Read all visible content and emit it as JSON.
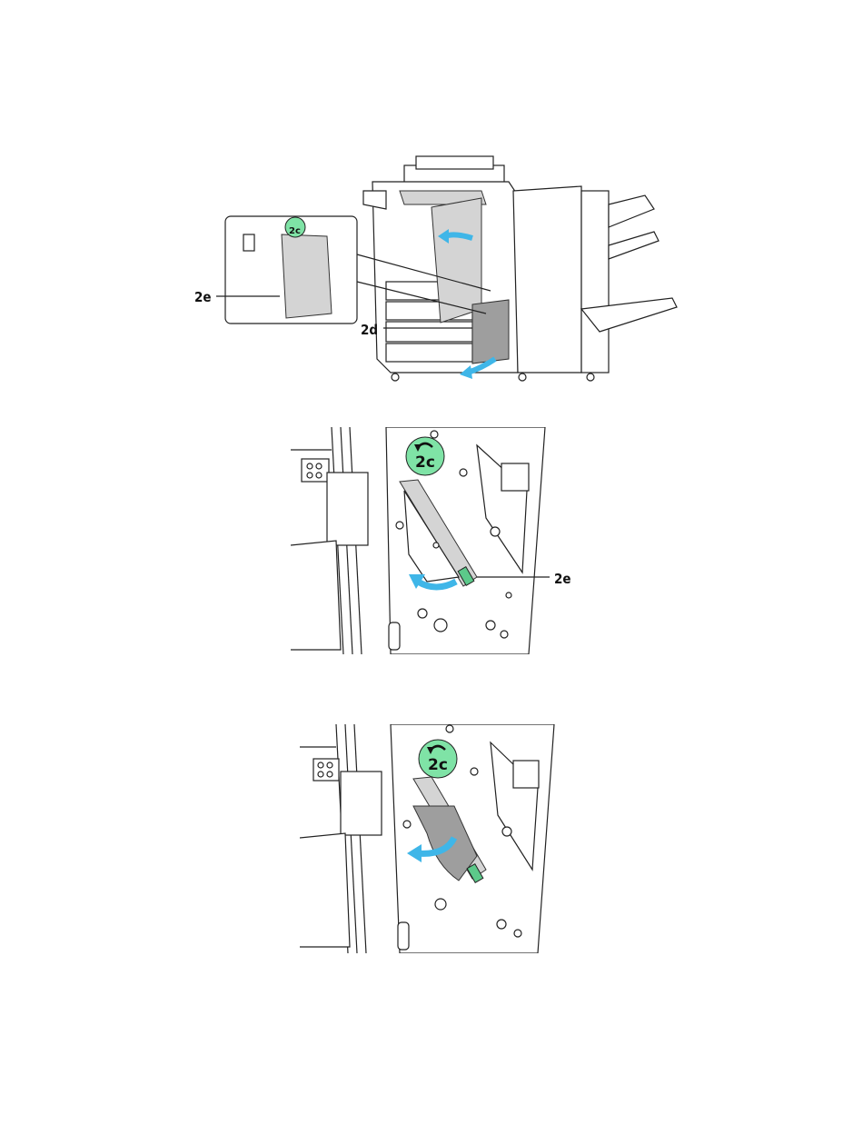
{
  "colors": {
    "accent_arrow": "#3fb6e8",
    "badge_fill": "#7fe3a6",
    "handle_green": "#5cc98a",
    "line": "#222222"
  },
  "figure1": {
    "callout_2e": "2e",
    "callout_2d": "2d",
    "badge_text": "2c",
    "icons": [
      "printer-finisher-illustration",
      "curved-arrow-icon"
    ]
  },
  "figure2": {
    "callout_2e": "2e",
    "badge_text": "2c"
  },
  "figure3": {
    "badge_text": "2c"
  }
}
